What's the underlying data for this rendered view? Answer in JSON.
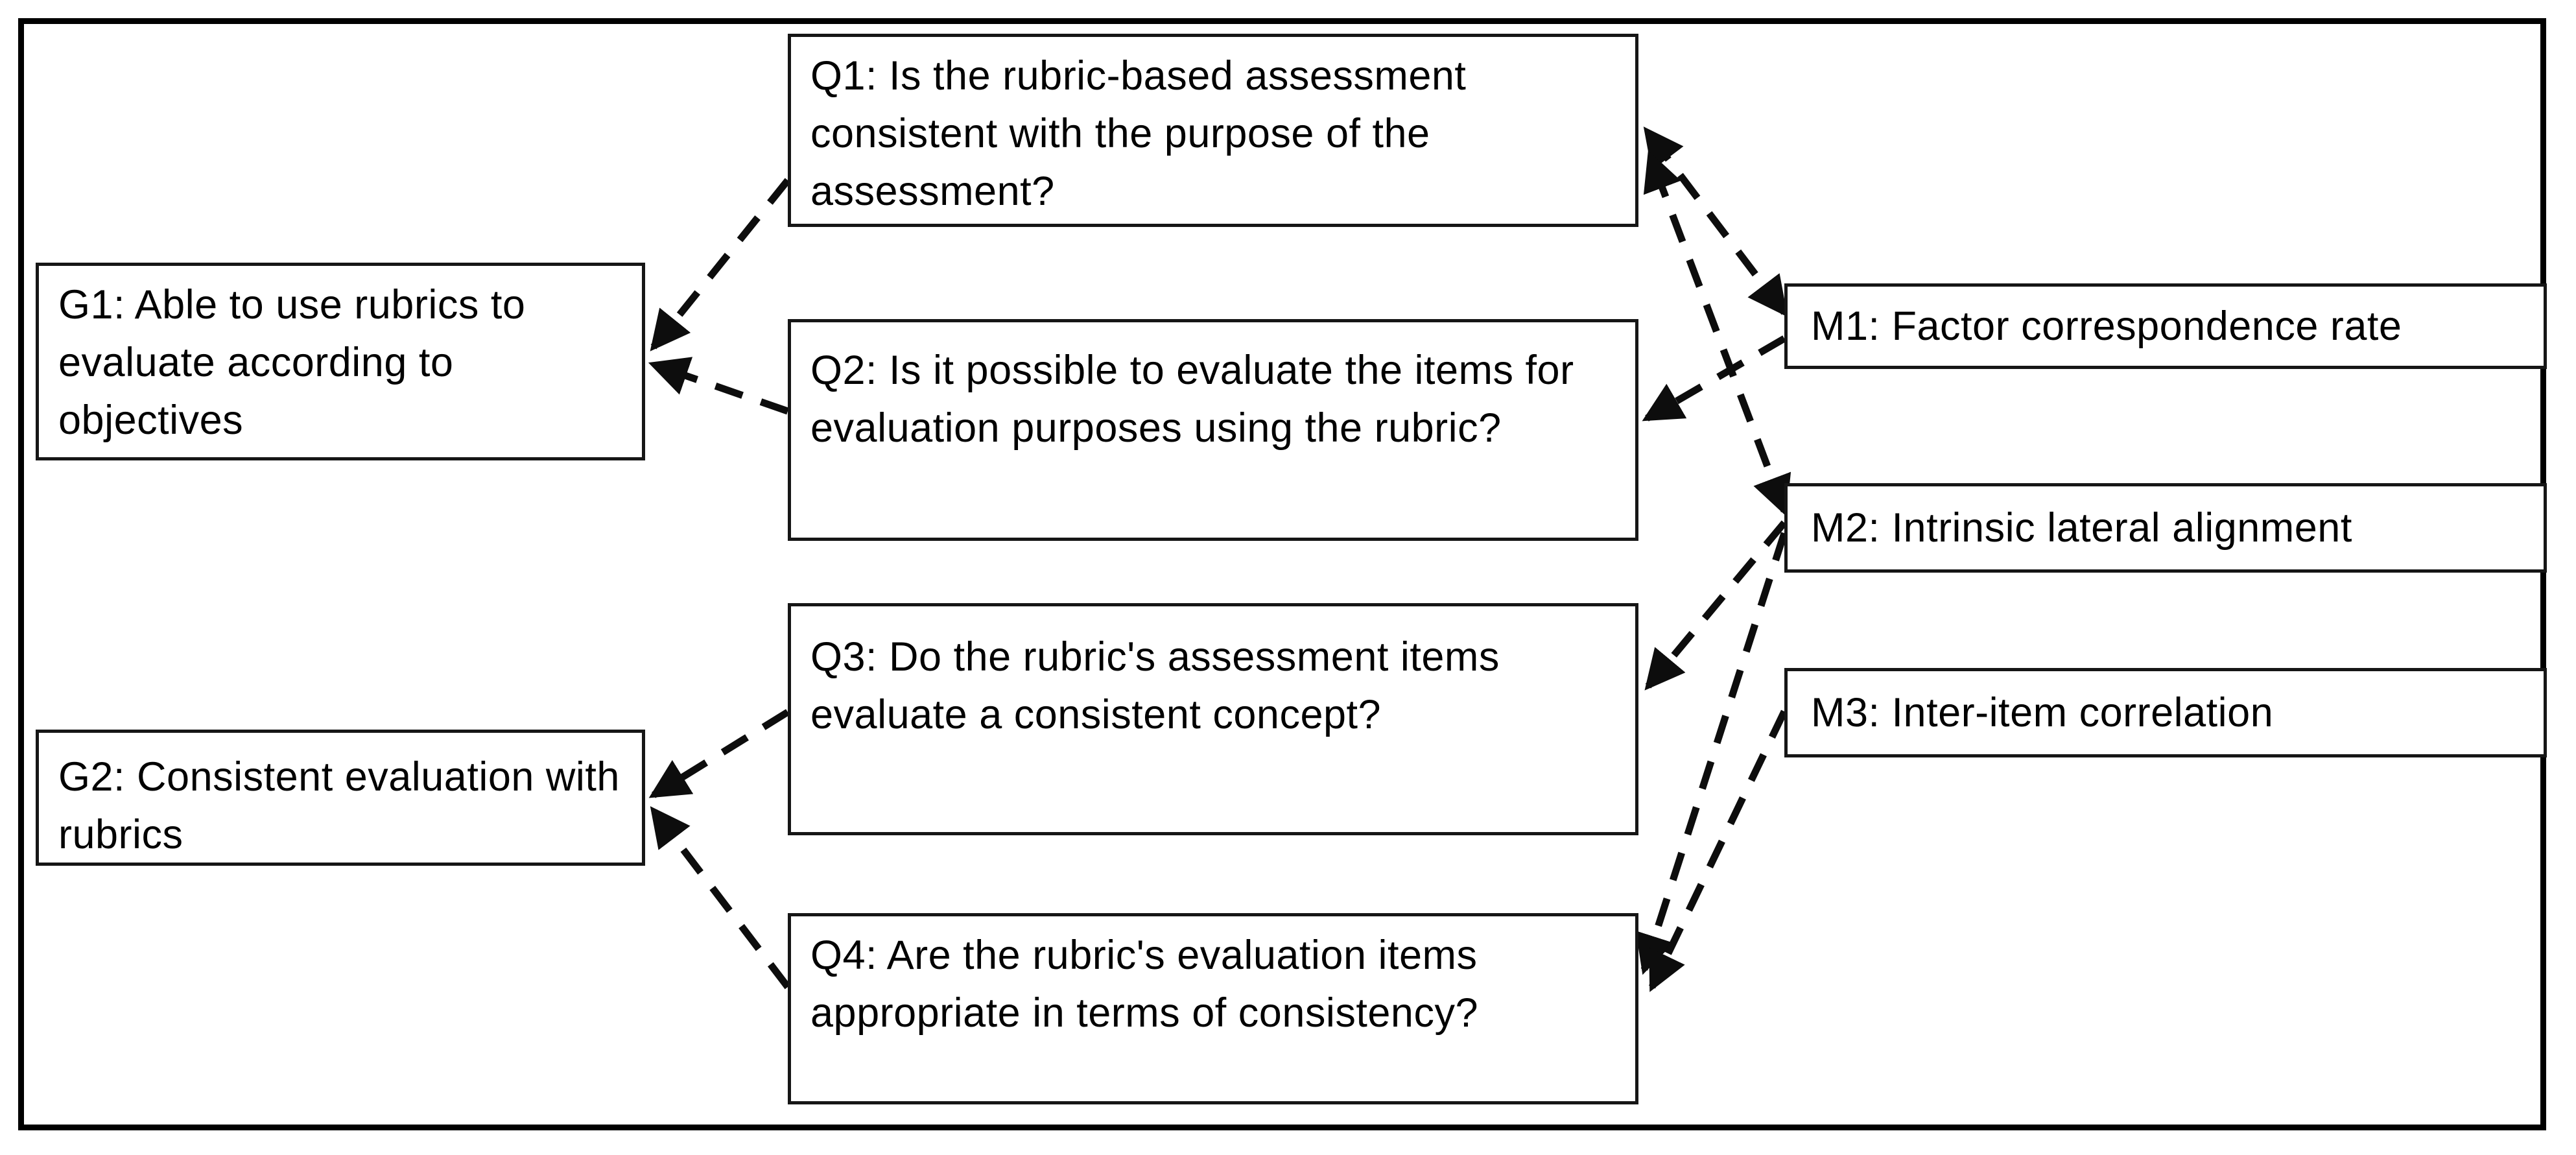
{
  "diagram": {
    "type": "goal-question-metric",
    "goals": [
      {
        "id": "G1",
        "label": "G1: Able to use rubrics to evaluate according to objectives"
      },
      {
        "id": "G2",
        "label": "G2: Consistent evaluation with rubrics"
      }
    ],
    "questions": [
      {
        "id": "Q1",
        "label": "Q1: Is the rubric-based assessment consistent with the purpose of the assessment?"
      },
      {
        "id": "Q2",
        "label": "Q2: Is it possible to evaluate the items for evaluation purposes using the rubric?"
      },
      {
        "id": "Q3",
        "label": "Q3: Do the rubric's assessment items evaluate a consistent concept?"
      },
      {
        "id": "Q4",
        "label": "Q4: Are the rubric's evaluation items appropriate in terms of consistency?"
      }
    ],
    "metrics": [
      {
        "id": "M1",
        "label": "M1: Factor correspondence rate"
      },
      {
        "id": "M2",
        "label": "M2: Intrinsic lateral alignment"
      },
      {
        "id": "M3",
        "label": "M3: Inter-item correlation"
      }
    ],
    "edges": [
      {
        "from": "Q1",
        "to": "G1",
        "heads": "end"
      },
      {
        "from": "Q2",
        "to": "G1",
        "heads": "end"
      },
      {
        "from": "Q3",
        "to": "G2",
        "heads": "end"
      },
      {
        "from": "Q4",
        "to": "G2",
        "heads": "end"
      },
      {
        "from": "M1",
        "to": "Q1",
        "heads": "both"
      },
      {
        "from": "M1",
        "to": "Q2",
        "heads": "end"
      },
      {
        "from": "M2",
        "to": "Q1",
        "heads": "both"
      },
      {
        "from": "M2",
        "to": "Q3",
        "heads": "end"
      },
      {
        "from": "M2",
        "to": "Q4",
        "heads": "end"
      },
      {
        "from": "M3",
        "to": "Q4",
        "heads": "end"
      }
    ],
    "line_style": "dashed"
  },
  "colors": {
    "background": "#ffffff",
    "frame_border": "#000000",
    "box_border": "#161616",
    "text": "#000000",
    "arrow": "#0d0d0d"
  }
}
